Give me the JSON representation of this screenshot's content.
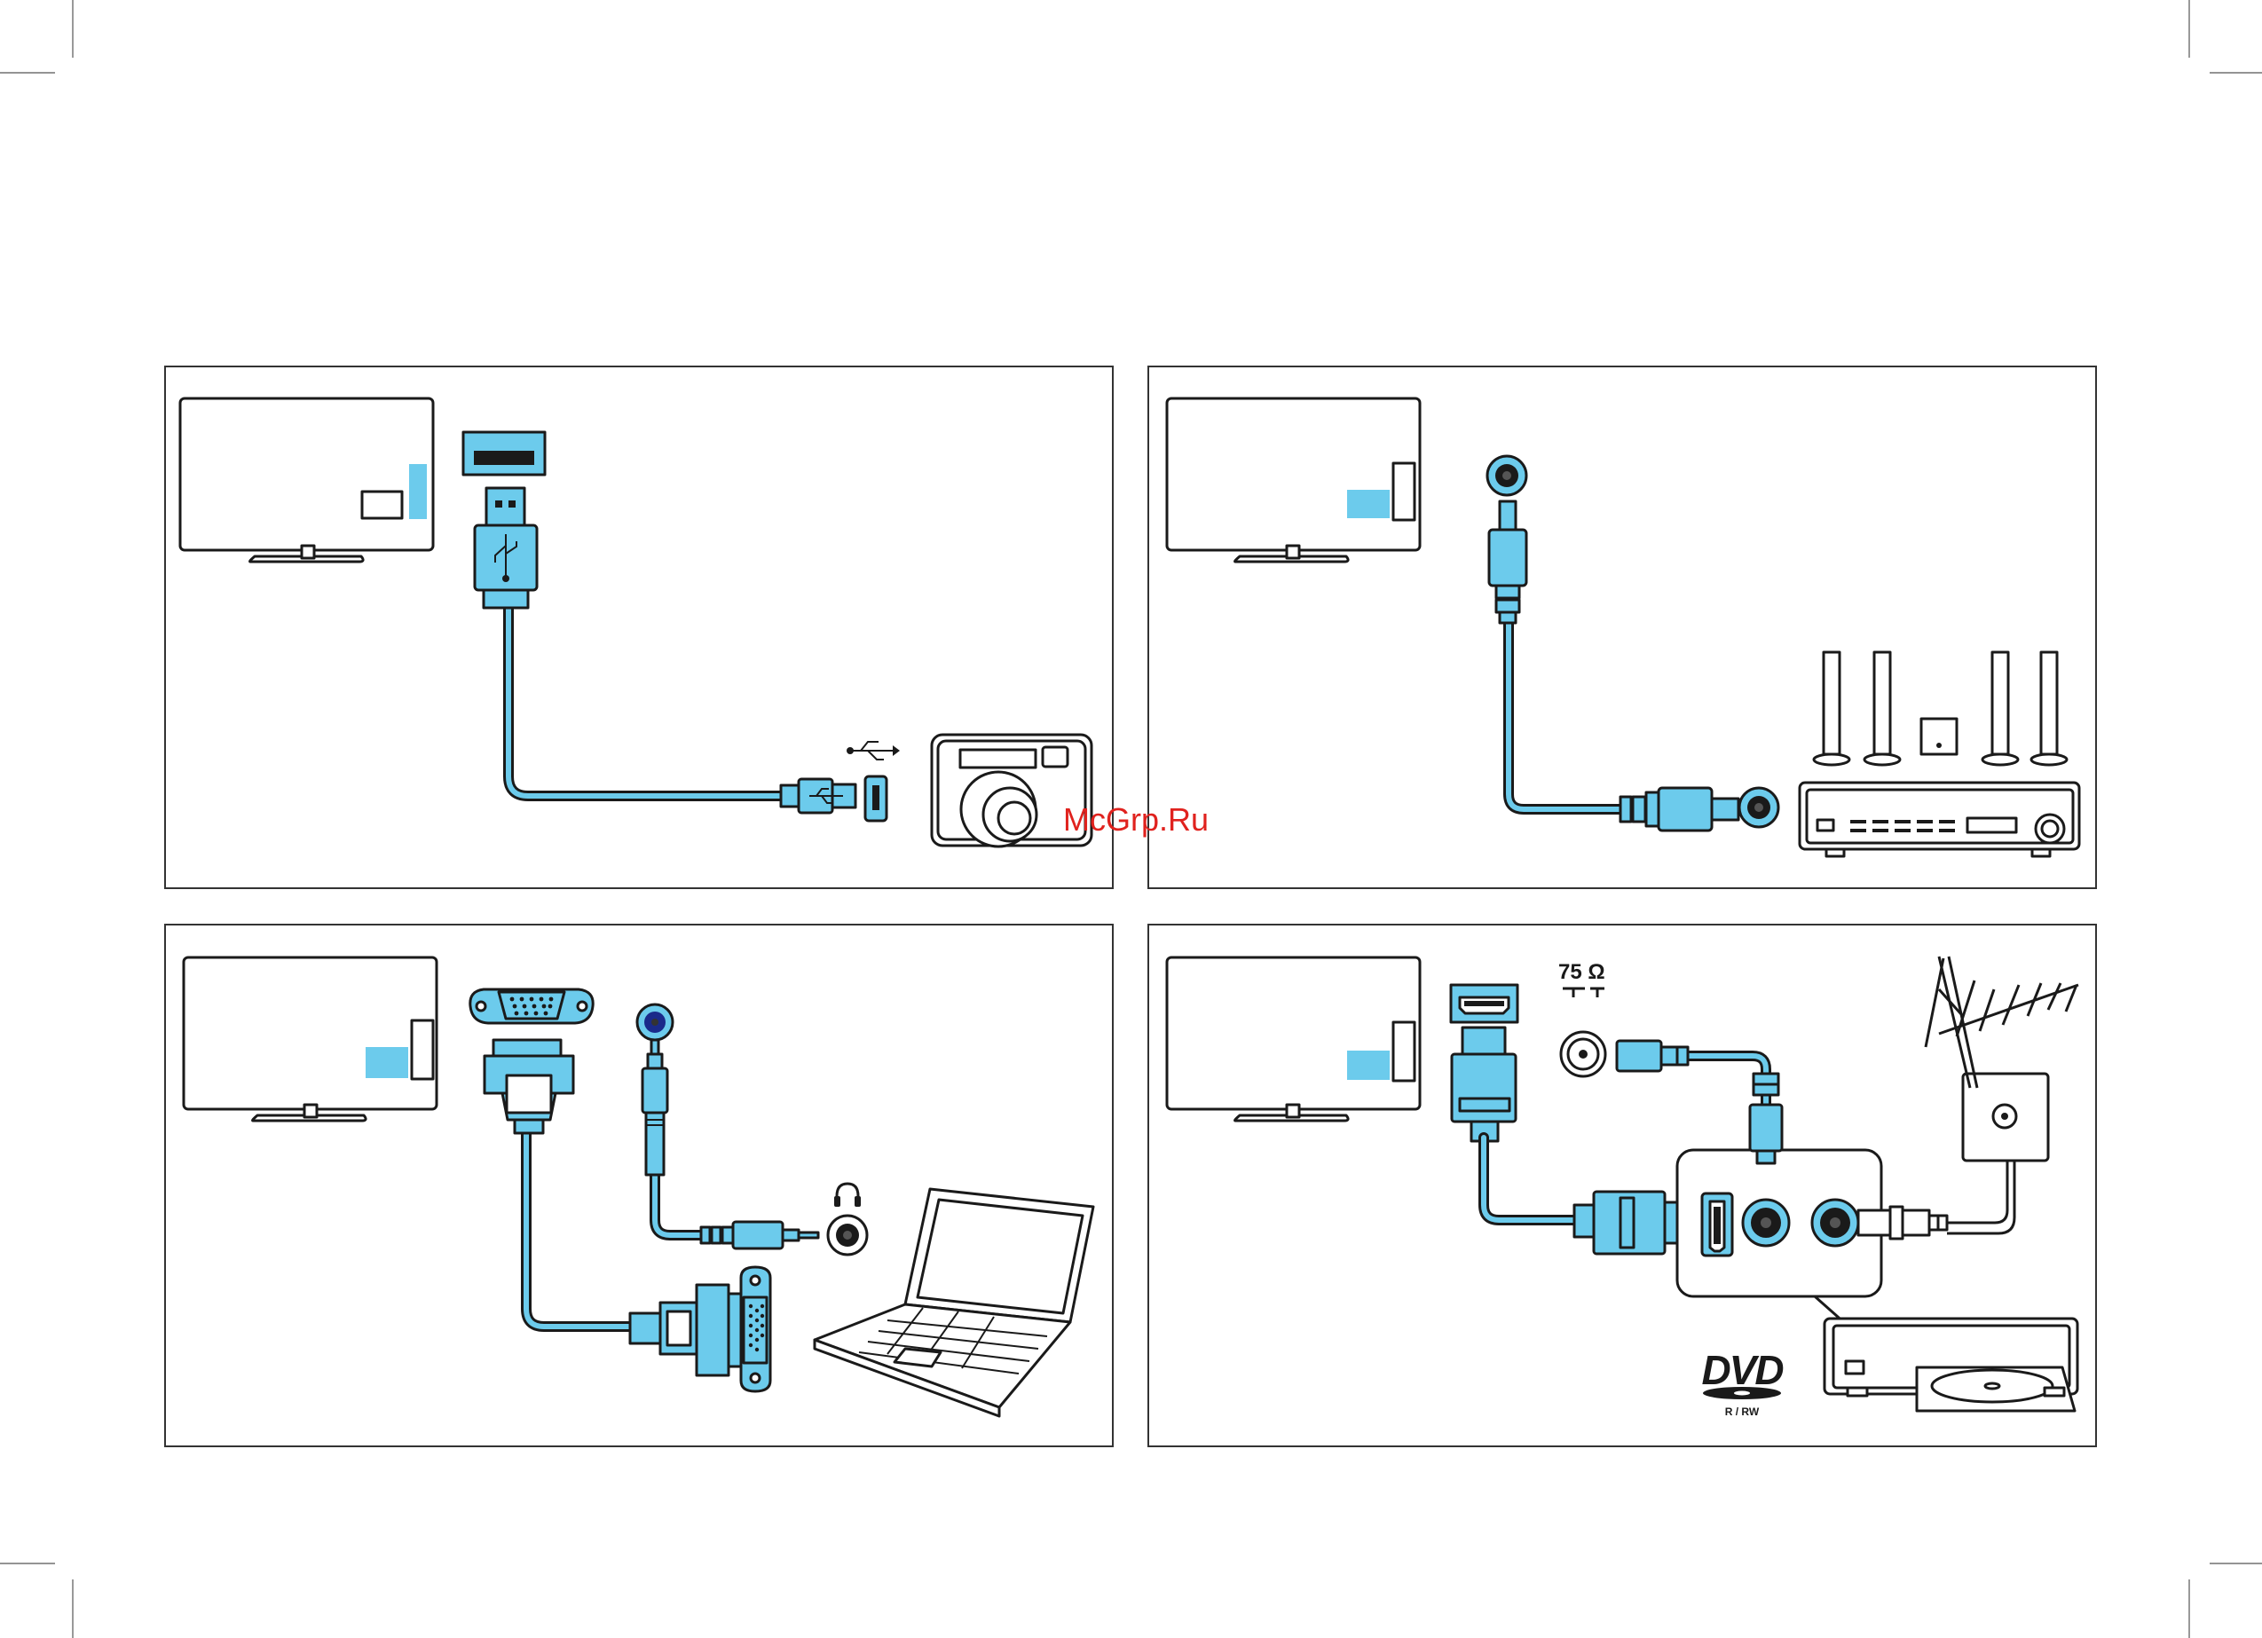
{
  "colors": {
    "cable": "#6ccbec",
    "line": "#1a1a1a",
    "panel_border": "#333333",
    "watermark": "#e0221e"
  },
  "watermark": {
    "text": "McGrp.Ru"
  },
  "panels": {
    "usb": {
      "icons": [
        "tv-icon",
        "usb-port-icon",
        "usb-plug-icon",
        "usb-symbol-icon",
        "mini-usb-plug-icon",
        "camera-icon"
      ]
    },
    "audio": {
      "icons": [
        "tv-icon",
        "rca-jack-icon",
        "rca-plug-icon",
        "speakers-icon",
        "receiver-icon"
      ]
    },
    "pc": {
      "headphone_icon": "headphones-icon",
      "icons": [
        "tv-icon",
        "vga-port-icon",
        "vga-plug-icon",
        "audio-jack-icon",
        "laptop-icon"
      ]
    },
    "antenna": {
      "impedance_label": "75 Ω",
      "dvd_logo": "DVD",
      "dvd_sub": "R / RW",
      "icons": [
        "tv-icon",
        "hdmi-port-icon",
        "hdmi-plug-icon",
        "coax-jack-icon",
        "antenna-icon",
        "wall-socket-icon",
        "dvd-recorder-icon"
      ]
    }
  }
}
